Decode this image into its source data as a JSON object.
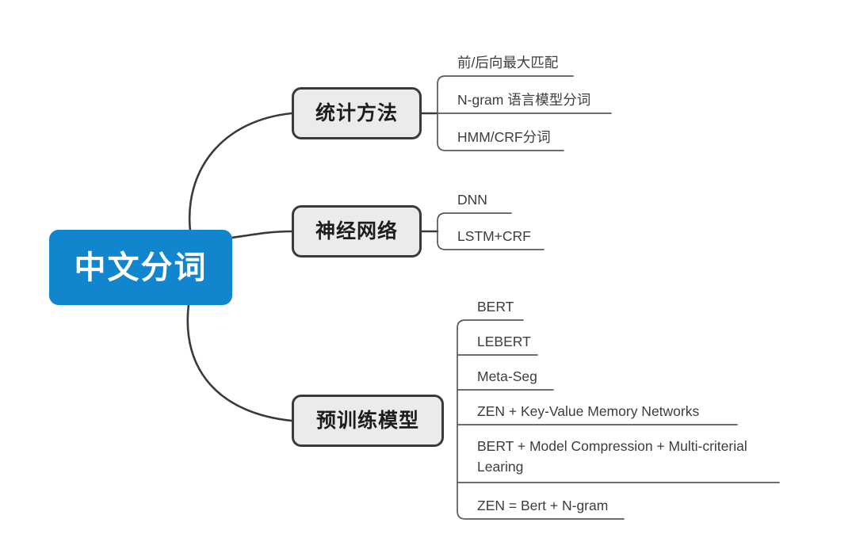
{
  "diagram": {
    "type": "mind-map",
    "title": "中文分词",
    "background_color": "#ffffff",
    "root": {
      "label": "中文分词",
      "fill_color": "#1186ce",
      "text_color": "#ffffff"
    },
    "node_style": {
      "fill_color": "#ebebeb",
      "border_color": "#3a3a3a",
      "text_color": "#1d1d1d",
      "leaf_text_color": "#3d3d3d",
      "connector_color": "#3a3a3a",
      "leaf_line_color": "#5a5a5a"
    },
    "branches": [
      {
        "label": "统计方法",
        "leaves": [
          {
            "label": "前/后向最大匹配"
          },
          {
            "label": "N-gram 语言模型分词"
          },
          {
            "label": "HMM/CRF分词"
          }
        ]
      },
      {
        "label": "神经网络",
        "leaves": [
          {
            "label": "DNN"
          },
          {
            "label": "LSTM+CRF"
          }
        ]
      },
      {
        "label": "预训练模型",
        "leaves": [
          {
            "label": "BERT"
          },
          {
            "label": "LEBERT"
          },
          {
            "label": "Meta-Seg"
          },
          {
            "label": "ZEN + Key-Value Memory Networks"
          },
          {
            "label": "BERT + Model Compression + Multi-criterial Learing"
          },
          {
            "label": "ZEN = Bert + N-gram"
          }
        ]
      }
    ]
  }
}
